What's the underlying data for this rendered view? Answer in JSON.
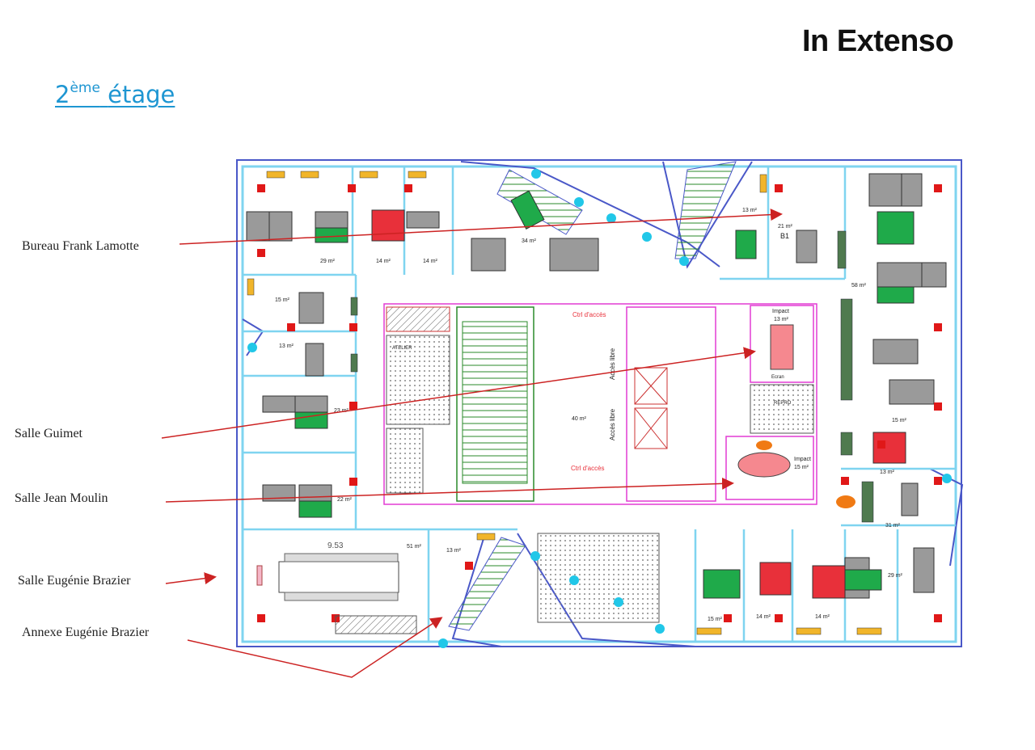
{
  "header": {
    "logo_text": "In Extenso",
    "floor_title_num": "2",
    "floor_title_sup": "ème",
    "floor_title_word": "étage"
  },
  "callouts": [
    "Bureau Frank Lamotte",
    "Salle Guimet",
    "Salle Jean Moulin",
    "Salle Eugénie Brazier",
    "Annexe Eugénie Brazier"
  ],
  "plan": {
    "room_labels": {
      "r1": "29 m²",
      "r2": "14 m²",
      "r3": "14 m²",
      "r4": "34 m²",
      "r5": "13 m²",
      "r6": "21 m²",
      "r7": "B1",
      "r8": "58 m²",
      "r9": "15 m²",
      "r10": "13 m²",
      "r11": "23 m²",
      "r12": "22 m²",
      "r13": "40 m²",
      "r14": "Impact",
      "r15": "13 m²",
      "r16": "Impact",
      "r17": "15 m²",
      "r18": "15 m²",
      "r19": "13 m²",
      "r20": "31 m²",
      "r21": "29 m²",
      "r22": "15 m²",
      "r23": "14 m²",
      "r24": "14 m²",
      "r25": "51 m²",
      "r26": "13 m²",
      "r27": "9.53",
      "r28": "Ecran",
      "r29": "Ctrl d'accès",
      "r30": "Ctrl d'accès",
      "r31": "Accès libre",
      "r32": "Accès libre",
      "r33": "ATELIER",
      "r34": "REPRO"
    },
    "colors": {
      "wall": "#7fd4f0",
      "outer": "#4a58c8",
      "green": "#1faa4a",
      "red": "#e8303a",
      "grey": "#9a9a9a",
      "arrow": "#cc2222",
      "magenta": "#e23cd4"
    }
  }
}
